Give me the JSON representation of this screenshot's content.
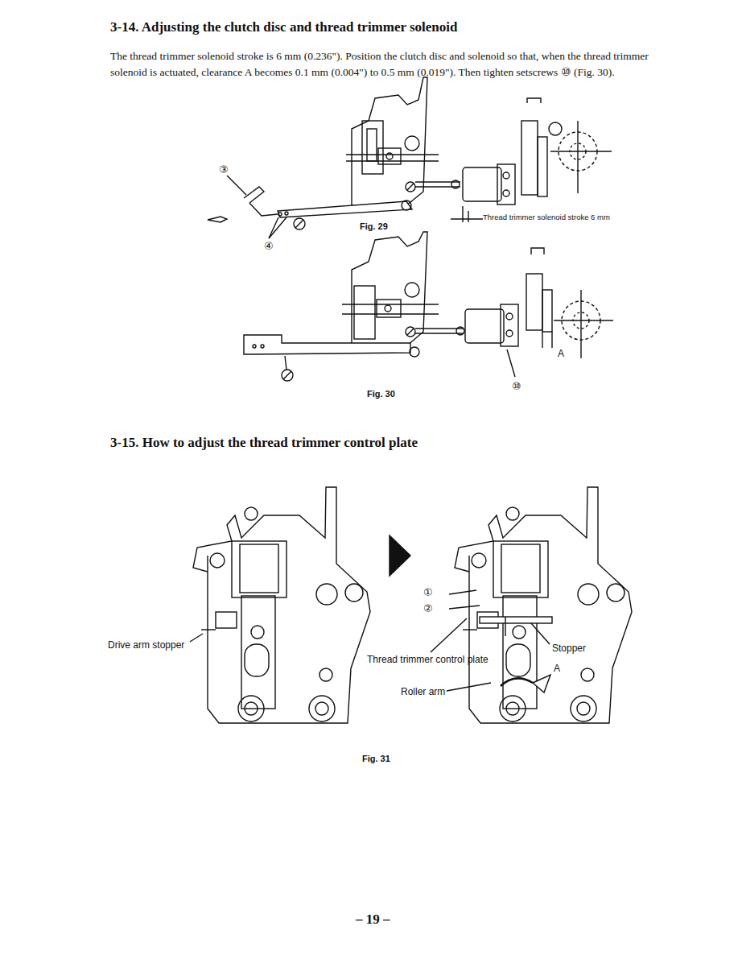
{
  "diagram": {
    "title": "3-14. Adjusting the clutch disc and thread trimmer solenoid",
    "labels": [
      "The thread trimmer solenoid stroke is 6 mm (0.236\"). Position the clutch disc and solenoid so that, when the thread trimmer solenoid is actuated, clearance A becomes 0.1 mm (0.004\") to 0.5 mm (0.019\"). Then tighten setscrews ⑩ (Fig. 30).",
      "③",
      "④",
      "Thread trimmer solenoid stroke 6 mm",
      "Fig. 29",
      "A",
      "⑩",
      "Fig. 30",
      "3-15. How to adjust the thread trimmer control plate",
      "①",
      "②",
      "Drive arm stopper",
      "Thread trimmer control plate",
      "Stopper",
      "Roller arm",
      "A",
      "Fig. 31",
      "– 19 –"
    ]
  }
}
